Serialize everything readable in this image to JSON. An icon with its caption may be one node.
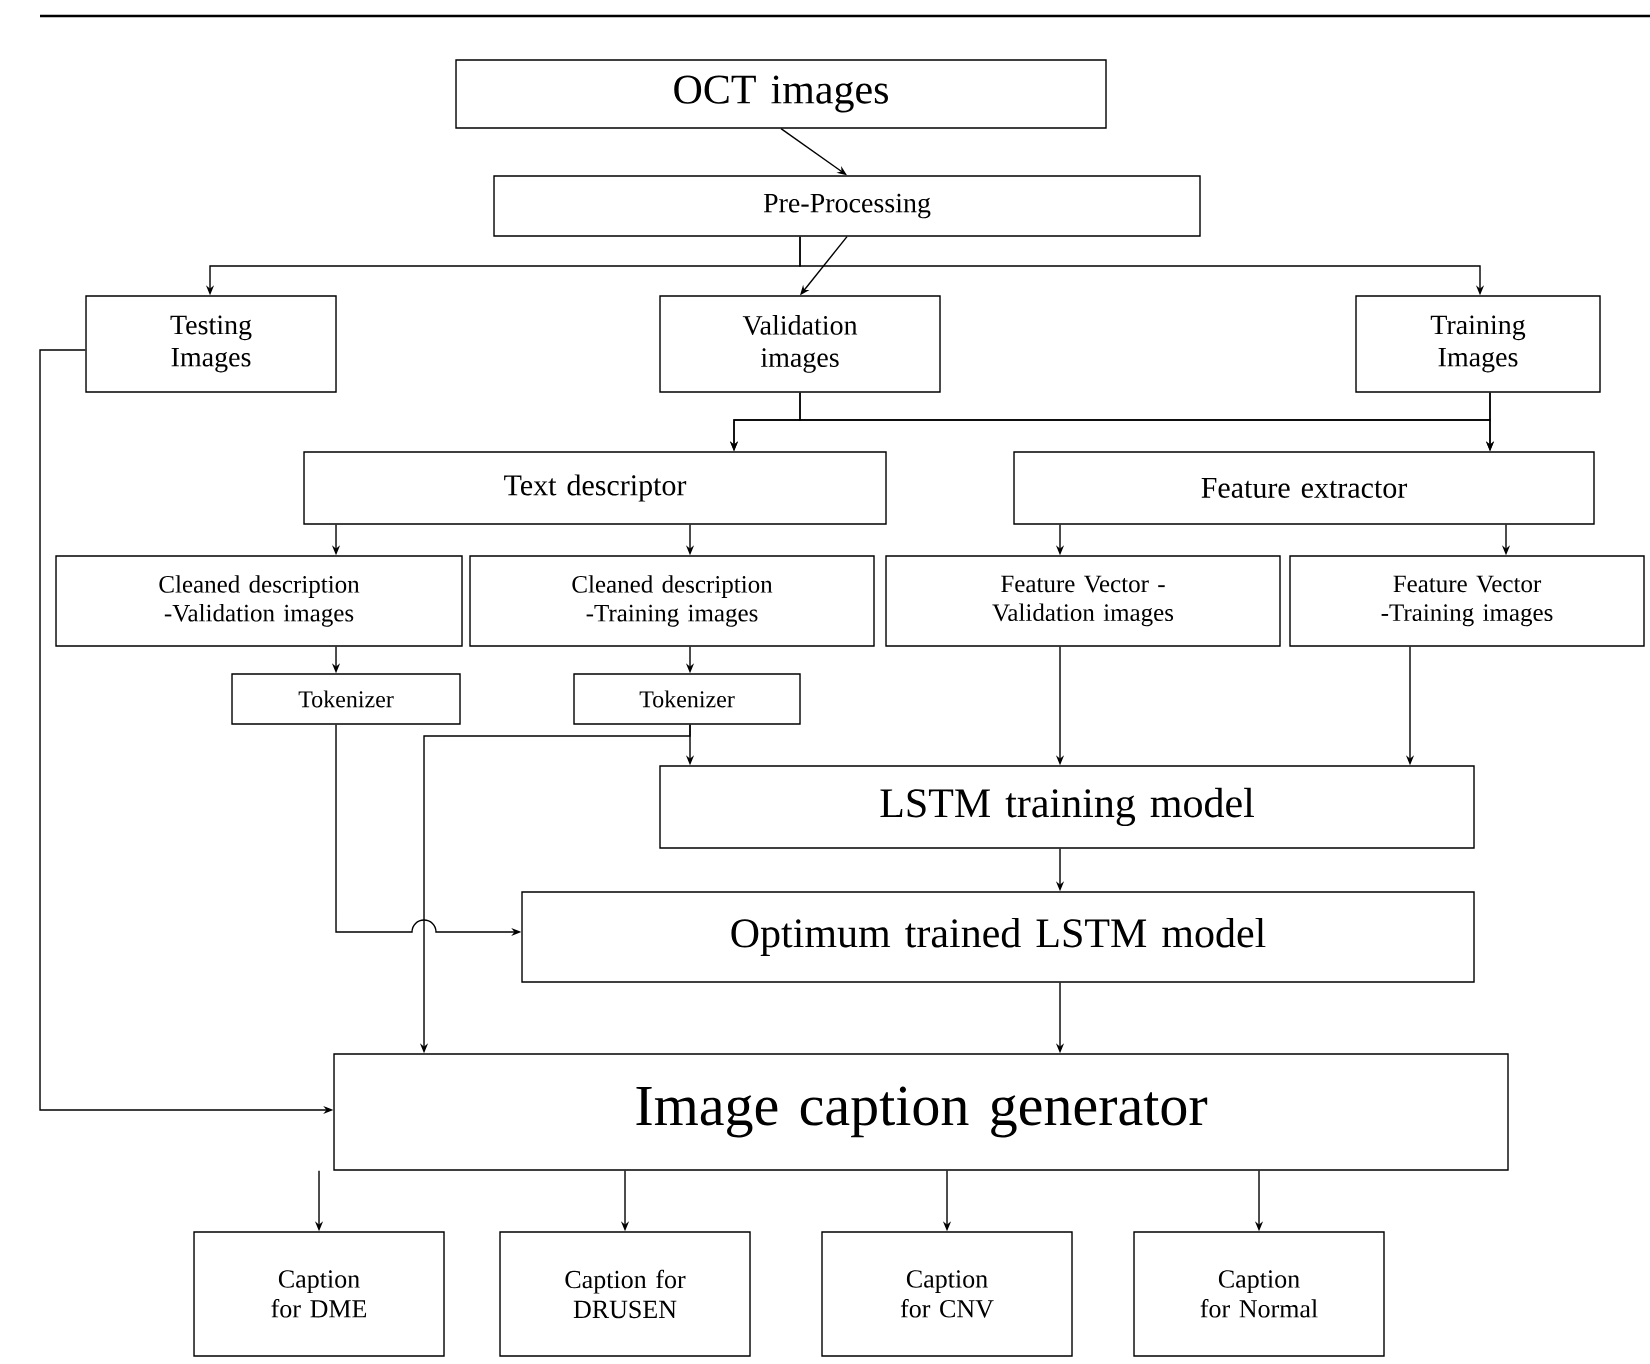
{
  "diagram": {
    "nodes": [
      {
        "text": [
          "OCT images"
        ]
      },
      {
        "text": [
          "Pre-Processing"
        ]
      },
      {
        "text": [
          "Testing Images"
        ]
      },
      {
        "text": [
          "Validation images"
        ]
      },
      {
        "text": [
          "Training Images"
        ]
      },
      {
        "text": [
          "Text descriptor"
        ]
      },
      {
        "text": [
          "Feature extractor"
        ]
      },
      {
        "text": [
          "Cleaned description -Validation images"
        ]
      },
      {
        "text": [
          "Cleaned description -Training images"
        ]
      },
      {
        "text": [
          "Feature Vector -Validation images"
        ]
      },
      {
        "text": [
          "Feature Vector -Training images"
        ]
      },
      {
        "text": [
          "Tokenizer"
        ]
      },
      {
        "text": [
          "Tokenizer"
        ]
      },
      {
        "text": [
          "LSTM training model"
        ]
      },
      {
        "text": [
          "Optimum trained LSTM model"
        ]
      },
      {
        "text": [
          "Image caption generator"
        ]
      },
      {
        "text": [
          "Caption for DME"
        ]
      },
      {
        "text": [
          "Caption for DRUSEN"
        ]
      },
      {
        "text": [
          "Caption for CNV"
        ]
      },
      {
        "text": [
          "Caption for Normal"
        ]
      }
    ],
    "edges": [
      {
        "from": 0,
        "to": 1,
        "arrow": "to"
      },
      {
        "from": 1,
        "to": 2,
        "arrow": "to"
      },
      {
        "from": 1,
        "to": 3,
        "arrow": "to"
      },
      {
        "from": 1,
        "to": 4,
        "arrow": "to"
      },
      {
        "from": 3,
        "to": 5,
        "arrow": "to"
      },
      {
        "from": 3,
        "to": 6,
        "arrow": "to"
      },
      {
        "from": 4,
        "to": 5,
        "arrow": "to"
      },
      {
        "from": 4,
        "to": 6,
        "arrow": "to"
      },
      {
        "from": 5,
        "to": 7,
        "arrow": "to"
      },
      {
        "from": 5,
        "to": 8,
        "arrow": "to"
      },
      {
        "from": 6,
        "to": 9,
        "arrow": "to"
      },
      {
        "from": 6,
        "to": 10,
        "arrow": "to"
      },
      {
        "from": 7,
        "to": 11,
        "arrow": "to"
      },
      {
        "from": 8,
        "to": 12,
        "arrow": "to"
      },
      {
        "from": 9,
        "to": 13,
        "arrow": "to"
      },
      {
        "from": 10,
        "to": 13,
        "arrow": "to"
      },
      {
        "from": 12,
        "to": 13,
        "arrow": "to"
      },
      {
        "from": 12,
        "to": 15,
        "arrow": "to"
      },
      {
        "from": 11,
        "to": 14,
        "arrow": "to"
      },
      {
        "from": 13,
        "to": 14,
        "arrow": "to"
      },
      {
        "from": 14,
        "to": 15,
        "arrow": "to"
      },
      {
        "from": 2,
        "to": 15,
        "arrow": "to"
      },
      {
        "from": 15,
        "to": 16,
        "arrow": "to"
      },
      {
        "from": 15,
        "to": 17,
        "arrow": "to"
      },
      {
        "from": 15,
        "to": 18,
        "arrow": "to"
      },
      {
        "from": 15,
        "to": 19,
        "arrow": "to"
      }
    ]
  }
}
